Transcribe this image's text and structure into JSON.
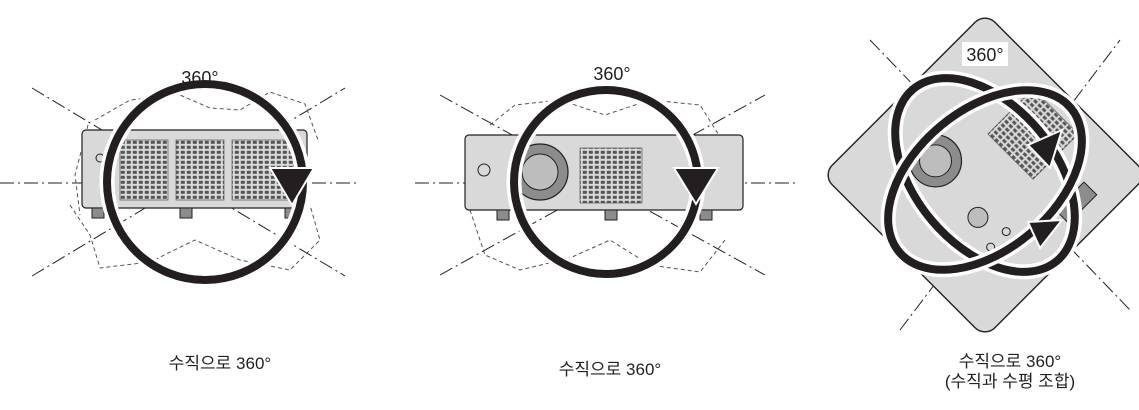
{
  "figures": [
    {
      "degree_label": "360°",
      "caption": "수직으로 360°"
    },
    {
      "degree_label": "360°",
      "caption": "수직으로 360°"
    },
    {
      "degree_label": "360°",
      "caption_line1": "수직으로 360°",
      "caption_line2": "(수직과 수평 조합)"
    }
  ],
  "colors": {
    "stroke": "#231f20",
    "projector_fill": "#d9d9d9",
    "projector_dark": "#8c8c8c",
    "background": "#ffffff"
  }
}
